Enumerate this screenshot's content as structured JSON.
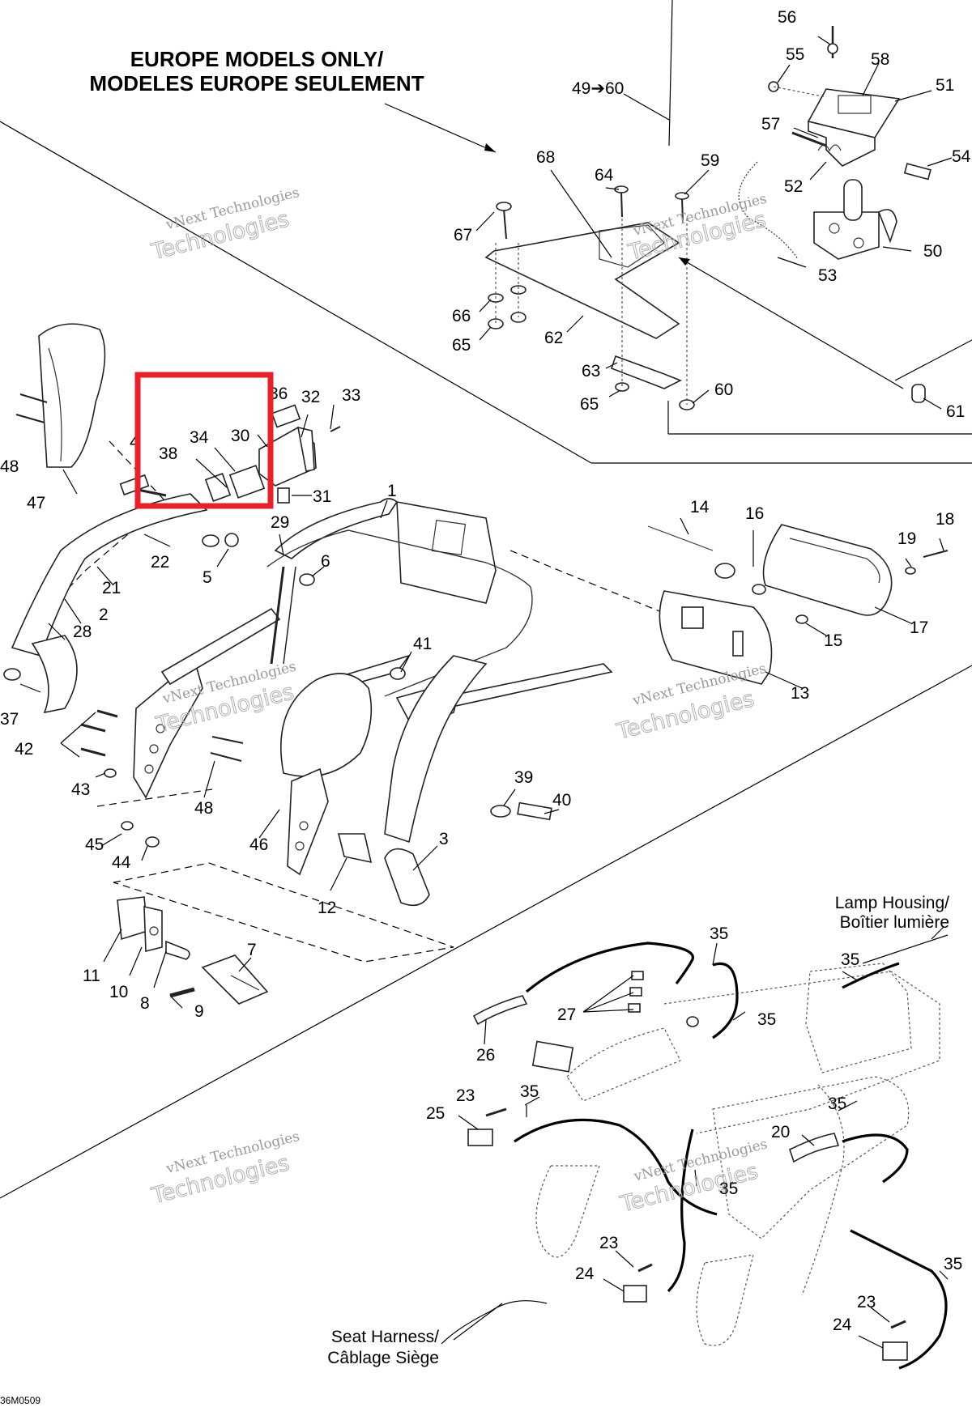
{
  "heading": {
    "line1": "EUROPE MODELS ONLY/",
    "line2": "MODELES EUROPE SEULEMENT"
  },
  "range_label": "49➔60",
  "labels": {
    "lamp_housing_1": "Lamp Housing/",
    "lamp_housing_2": "Boîtier lumière",
    "seat_harness_1": "Seat Harness/",
    "seat_harness_2": "Câblage Siège"
  },
  "watermark": {
    "line1": "vNext Technologies",
    "line2": "Technologies"
  },
  "drawing_code": "36M0509",
  "highlight": {
    "color": "#e8202a",
    "parts": [
      "34",
      "38",
      "30"
    ]
  },
  "callouts": {
    "c56": "56",
    "c55": "55",
    "c58": "58",
    "c51": "51",
    "c57": "57",
    "c54": "54",
    "c52": "52",
    "c50": "50",
    "c53": "53",
    "c68": "68",
    "c64": "64",
    "c59": "59",
    "c67": "67",
    "c66": "66",
    "c65a": "65",
    "c62": "62",
    "c63": "63",
    "c65b": "65",
    "c60": "60",
    "c61": "61",
    "c48a": "48",
    "c47": "47",
    "c4": "4",
    "c38": "38",
    "c34": "34",
    "c30": "30",
    "c36": "36",
    "c32": "32",
    "c33": "33",
    "c31": "31",
    "c1": "1",
    "c29": "29",
    "c22": "22",
    "c5": "5",
    "c6": "6",
    "c21": "21",
    "c2": "2",
    "c28": "28",
    "c37": "37",
    "c14": "14",
    "c16": "16",
    "c19": "19",
    "c18": "18",
    "c17": "17",
    "c15": "15",
    "c13": "13",
    "c41": "41",
    "c42": "42",
    "c43": "43",
    "c48b": "48",
    "c46": "46",
    "c39": "39",
    "c40": "40",
    "c3": "3",
    "c45": "45",
    "c44": "44",
    "c12": "12",
    "c11": "11",
    "c10": "10",
    "c8": "8",
    "c9": "9",
    "c7": "7",
    "c35a": "35",
    "c35b": "35",
    "c35c": "35",
    "c35d": "35",
    "c35e": "35",
    "c35f": "35",
    "c27": "27",
    "c26": "26",
    "c23a": "23",
    "c25": "25",
    "c20": "20",
    "c23b": "23",
    "c24a": "24",
    "c23c": "23",
    "c24b": "24"
  }
}
